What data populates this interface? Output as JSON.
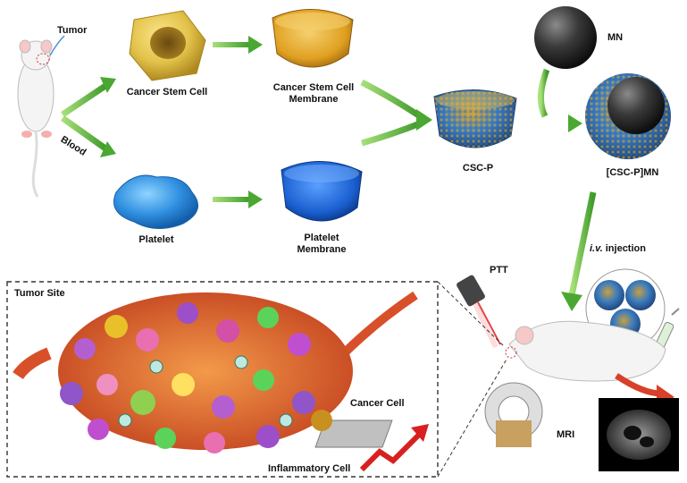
{
  "labels": {
    "tumor": "Tumor",
    "blood": "Blood",
    "cancer_stem_cell": "Cancer Stem Cell",
    "csc_membrane_line1": "Cancer Stem Cell",
    "csc_membrane_line2": "Membrane",
    "platelet": "Platelet",
    "platelet_membrane_line1": "Platelet",
    "platelet_membrane_line2": "Membrane",
    "csc_p": "CSC-P",
    "mn": "MN",
    "csc_p_mn": "[CSC-P]MN",
    "injection_iv": "i.v.",
    "injection_word": " injection",
    "ptt": "PTT",
    "mri": "MRI",
    "tumor_site": "Tumor Site",
    "cancer_cell": "Cancer Cell",
    "inflammatory_cell": "Inflammatory Cell"
  },
  "colors": {
    "arrow_green": "#5cb83a",
    "csc_yellow": "#e2c24a",
    "csc_membrane_orange": "#e0a020",
    "platelet_blue": "#2f8fe0",
    "membrane_blue": "#1a5fd0",
    "nanoparticle_gray": "#3a3a3a",
    "laser_red": "#e03030",
    "tumor_red": "#d8502a"
  }
}
